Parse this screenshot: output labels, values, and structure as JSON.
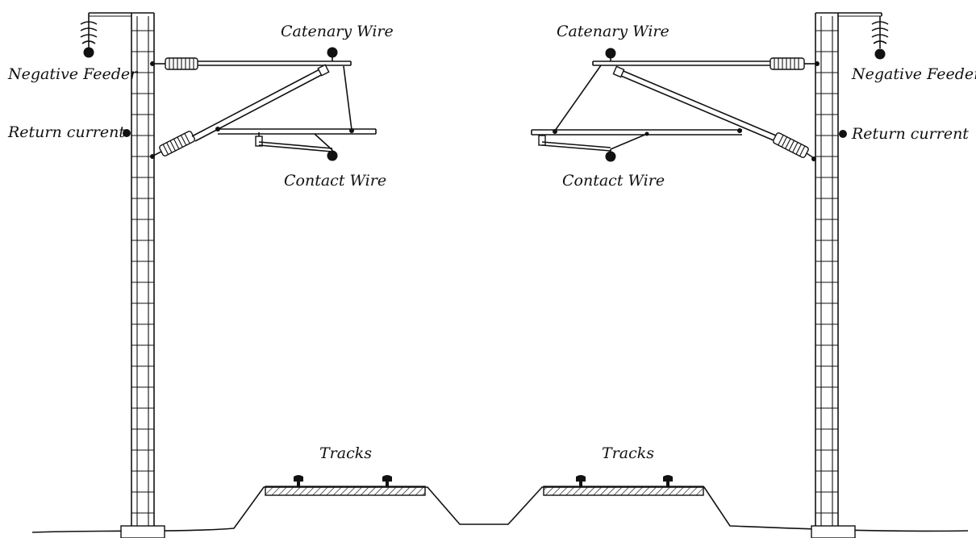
{
  "labels": {
    "left": {
      "negative_feeder": "Negative Feeder",
      "return_current": "Return current",
      "catenary_wire": "Catenary Wire",
      "contact_wire": "Contact Wire",
      "tracks": "Tracks"
    },
    "right": {
      "negative_feeder": "Negative Feeder",
      "return_current": "Return current",
      "catenary_wire": "Catenary Wire",
      "contact_wire": "Contact Wire",
      "tracks": "Tracks"
    }
  },
  "colors": {
    "ink": "#111111",
    "background": "#ffffff"
  }
}
